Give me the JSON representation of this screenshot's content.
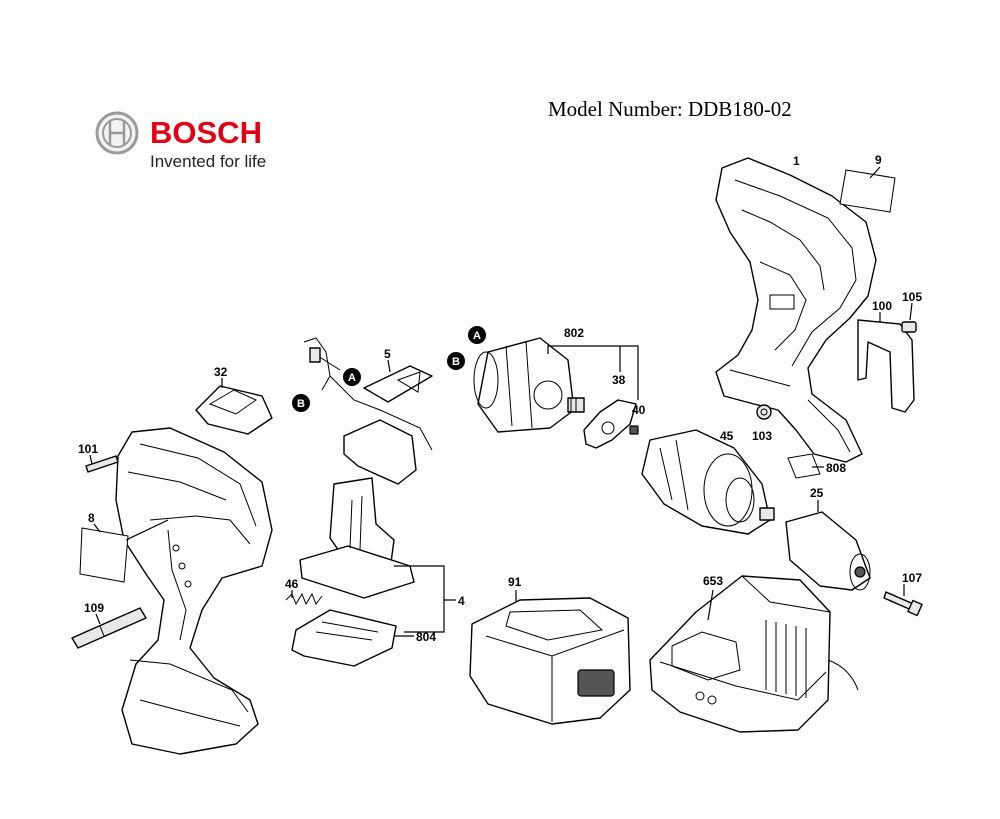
{
  "header": {
    "brand_name": "BOSCH",
    "tagline": "Invented for life",
    "model_number": "Model Number: DDB180-02"
  },
  "reference_markers": [
    "A",
    "B"
  ],
  "parts": [
    {
      "callout": "1",
      "part": "housing-half-right"
    },
    {
      "callout": "9",
      "part": "label-plate"
    },
    {
      "callout": "100",
      "part": "belt-clip"
    },
    {
      "callout": "105",
      "part": "clip-screw"
    },
    {
      "callout": "103",
      "part": "nut"
    },
    {
      "callout": "808",
      "part": "pad"
    },
    {
      "callout": "802",
      "part": "motor-group"
    },
    {
      "callout": "38",
      "part": "motor-bracket"
    },
    {
      "callout": "40",
      "part": "motor-screw"
    },
    {
      "callout": "45",
      "part": "gearbox"
    },
    {
      "callout": "25",
      "part": "keyless-chuck"
    },
    {
      "callout": "107",
      "part": "chuck-screw"
    },
    {
      "callout": "653",
      "part": "charger"
    },
    {
      "callout": "91",
      "part": "battery-pack"
    },
    {
      "callout": "32",
      "part": "battery-latch"
    },
    {
      "callout": "5",
      "part": "switch-cover"
    },
    {
      "callout": "4",
      "part": "switch-assembly"
    },
    {
      "callout": "804",
      "part": "battery-terminal"
    },
    {
      "callout": "46",
      "part": "spring"
    },
    {
      "callout": "101",
      "part": "housing-screw"
    },
    {
      "callout": "8",
      "part": "nameplate"
    },
    {
      "callout": "109",
      "part": "screwdriver-bit"
    }
  ],
  "colors": {
    "brand_red": "#e20015",
    "line": "#000000",
    "background": "#ffffff"
  }
}
